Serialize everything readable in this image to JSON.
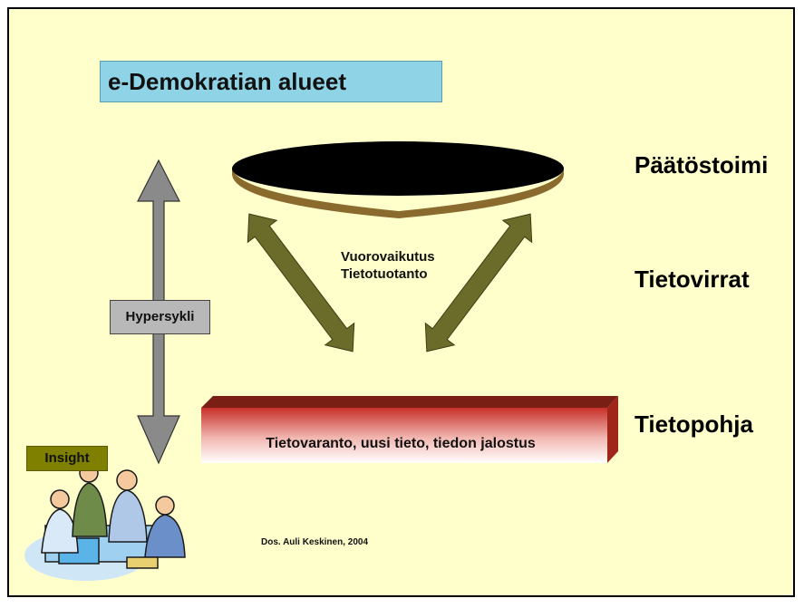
{
  "title": "e-Demokratian alueet",
  "levels": {
    "top": "Päätöstoimi",
    "middle": "Tietovirrat",
    "bottom": "Tietopohja"
  },
  "center_label": {
    "line1": "Vuorovaikutus",
    "line2": "Tietotuotanto"
  },
  "hypercycle_label": "Hypersykli",
  "insight_label": "Insight",
  "bar_label": "Tietovaranto, uusi tieto,  tiedon jalostus",
  "credit": "Dos. Auli Keskinen, 2004",
  "colors": {
    "background": "#ffffcc",
    "title_box": "#8fd3e6",
    "disk_top": "#000000",
    "disk_rim": "#8b6a2e",
    "double_arrows": "#6b6b2a",
    "vertical_arrow": "#8a8a8a",
    "bar_red": "#c0392b",
    "insight_box": "#808000"
  }
}
